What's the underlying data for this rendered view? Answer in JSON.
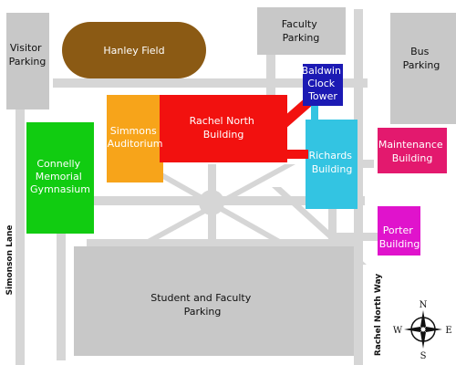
{
  "colors": {
    "path": "#d6d6d6",
    "lot": "#c8c8c8",
    "field": "#8b5a14",
    "auditorium": "#f7a41a",
    "rachel_north": "#f2110f",
    "clock_tower": "#1c1ab4",
    "richards": "#33c4e2",
    "gymnasium": "#11cc11",
    "maintenance": "#e3196e",
    "porter": "#e013cc"
  },
  "lots": {
    "visitor": [
      "Visitor",
      "Parking"
    ],
    "faculty": [
      "Faculty",
      "Parking"
    ],
    "bus": [
      "Bus",
      "Parking"
    ],
    "student": [
      "Student and Faculty",
      "Parking"
    ]
  },
  "buildings": {
    "field": [
      "Hanley Field"
    ],
    "auditorium": [
      "Simmons",
      "Auditorium"
    ],
    "rachel_north": [
      "Rachel North",
      "Building"
    ],
    "clock_tower": [
      "Baldwin",
      "Clock",
      "Tower"
    ],
    "richards": [
      "Richards",
      "Building"
    ],
    "gymnasium": [
      "Connelly",
      "Memorial",
      "Gymnasium"
    ],
    "maintenance": [
      "Maintenance",
      "Building"
    ],
    "porter": [
      "Porter",
      "Building"
    ]
  },
  "roads": {
    "west": "Simonson Lane",
    "east": "Rachel North Way"
  },
  "compass": {
    "north": "N",
    "south": "S",
    "east": "E",
    "west": "W",
    "icon": "compass-rose-icon"
  }
}
